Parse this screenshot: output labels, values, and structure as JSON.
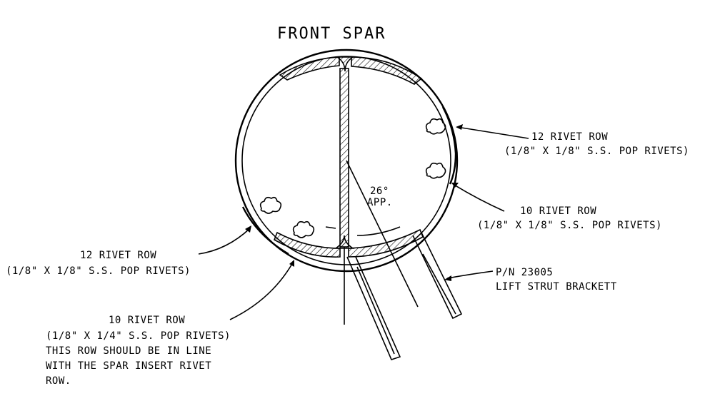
{
  "title": "FRONT SPAR",
  "callouts": {
    "right_top": {
      "line1": "12 RIVET ROW",
      "line2": "(1/8\" X 1/8\" S.S. POP RIVETS)"
    },
    "right_mid": {
      "line1": "10 RIVET ROW",
      "line2": "(1/8\" X 1/8\" S.S. POP RIVETS)"
    },
    "left_mid": {
      "line1": "12 RIVET ROW",
      "line2": "(1/8\" X 1/8\" S.S. POP RIVETS)"
    },
    "left_bottom": {
      "line1": "10 RIVET ROW",
      "line2": "(1/8\" X 1/4\" S.S. POP RIVETS)",
      "line3": "THIS ROW SHOULD BE IN LINE",
      "line4": "WITH THE SPAR INSERT RIVET",
      "line5": "ROW."
    },
    "bracket": {
      "line1": "P/N 23005",
      "line2": "LIFT STRUT BRACKETT"
    }
  },
  "angle": {
    "value": "26°",
    "note": "APP."
  }
}
